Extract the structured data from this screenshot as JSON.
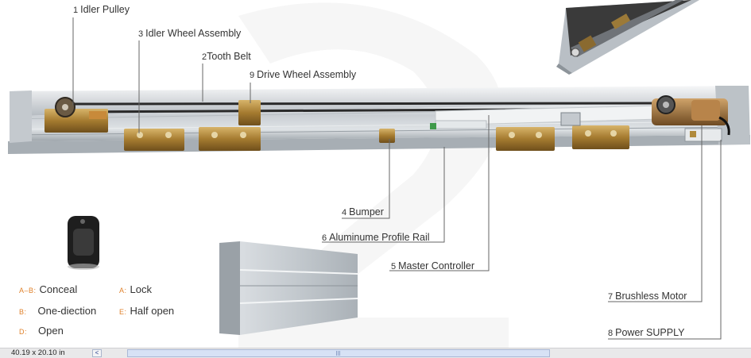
{
  "callouts": {
    "c1": {
      "num": "1",
      "label": "Idler Pulley"
    },
    "c2": {
      "num": "2",
      "label": "Tooth Belt"
    },
    "c3": {
      "num": "3",
      "label": "Idler Wheel Assembly"
    },
    "c4": {
      "num": "4",
      "label": "Bumper"
    },
    "c5": {
      "num": "5",
      "label": "Master Controller"
    },
    "c6": {
      "num": "6",
      "label": "Aluminume Profile Rail"
    },
    "c7": {
      "num": "7",
      "label": "Brushless Motor"
    },
    "c8": {
      "num": "8",
      "label": "Power SUPPLY"
    },
    "c9": {
      "num": "9",
      "label": "Drive Wheel Assembly"
    }
  },
  "legend": {
    "ab": {
      "key": "A–B:",
      "label": "Conceal"
    },
    "a": {
      "key": "A:",
      "label": "Lock"
    },
    "b": {
      "key": "B:",
      "label": "One-diection"
    },
    "e": {
      "key": "E:",
      "label": "Half open"
    },
    "d": {
      "key": "D:",
      "label": "Open"
    }
  },
  "colors": {
    "accent_key": "#e0822c",
    "rail_light": "#d4d8dc",
    "rail_dark": "#9aa1a8",
    "bracket": "#b08a3c",
    "belt": "#2a2a2a"
  },
  "statusbar": {
    "size_text": "40.19 x 20.10 in",
    "scroll_left_glyph": "<"
  }
}
